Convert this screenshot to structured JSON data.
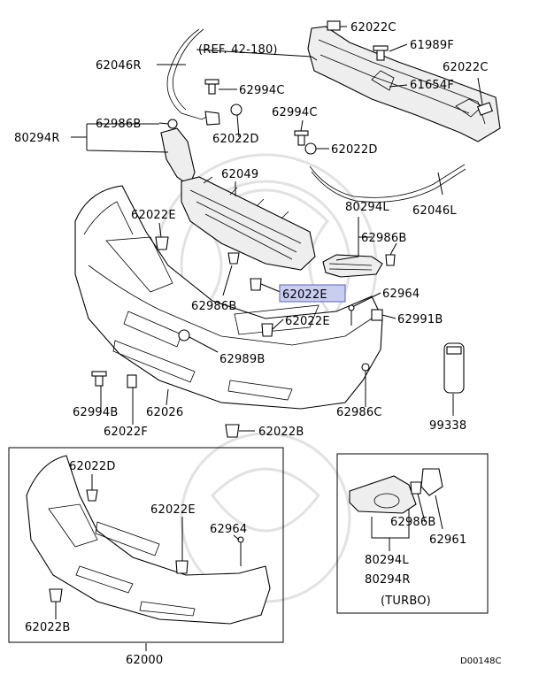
{
  "diagram": {
    "reference": "(REF. 42-180)",
    "highlighted_part": "62022E",
    "parts": {
      "p62022C_top": "62022C",
      "p61989F": "61989F",
      "p62022C_right": "62022C",
      "p61654F": "61654F",
      "p62046R": "62046R",
      "p62994C_a": "62994C",
      "p62994C_b": "62994C",
      "p62986B_top": "62986B",
      "p80294R": "80294R",
      "p62022D_a": "62022D",
      "p62022D_b": "62022D",
      "p62049": "62049",
      "p62046L": "62046L",
      "p80294L": "80294L",
      "p62022E_left": "62022E",
      "p62986B_right": "62986B",
      "p62022E_hl": "62022E",
      "p62964": "62964",
      "p62986B_mid": "62986B",
      "p62022E_mid": "62022E",
      "p62991B": "62991B",
      "p62989B": "62989B",
      "p99338": "99338",
      "p62994B": "62994B",
      "p62026": "62026",
      "p62986C": "62986C",
      "p62022F": "62022F",
      "p62022B": "62022B"
    },
    "inset_left": {
      "p62022D": "62022D",
      "p62022E": "62022E",
      "p62964": "62964",
      "p62022B": "62022B",
      "p62000": "62000"
    },
    "inset_right": {
      "p62986B": "62986B",
      "p62961": "62961",
      "p80294L": "80294L",
      "p80294R": "80294R",
      "note": "(TURBO)"
    },
    "footer_code": "D00148C"
  }
}
